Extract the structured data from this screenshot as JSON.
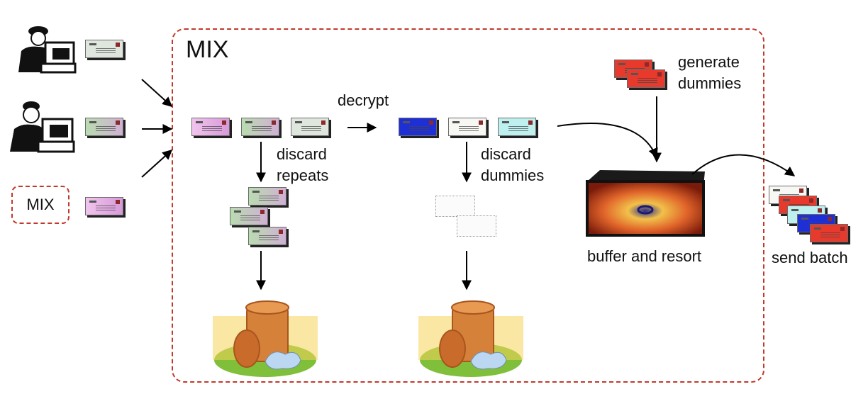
{
  "labels": {
    "mix_title": "MIX",
    "mini_mix": "MIX",
    "decrypt": "decrypt",
    "discard_repeats": [
      "discard",
      "repeats"
    ],
    "discard_dummies": [
      "discard",
      "dummies"
    ],
    "generate_dummies": [
      "generate",
      "dummies"
    ],
    "buffer_and_resort": "buffer and resort",
    "send_batch": "send batch"
  },
  "colors": {
    "mix_border": "#c0392b",
    "envelope_pink": "#d79ad8",
    "envelope_blue": "#1f2fd6",
    "envelope_red": "#e83a2c"
  },
  "icons": [
    "user-at-computer-icon",
    "envelope-icon",
    "trash-can-icon",
    "buffer-box-icon",
    "arrow-icon"
  ]
}
